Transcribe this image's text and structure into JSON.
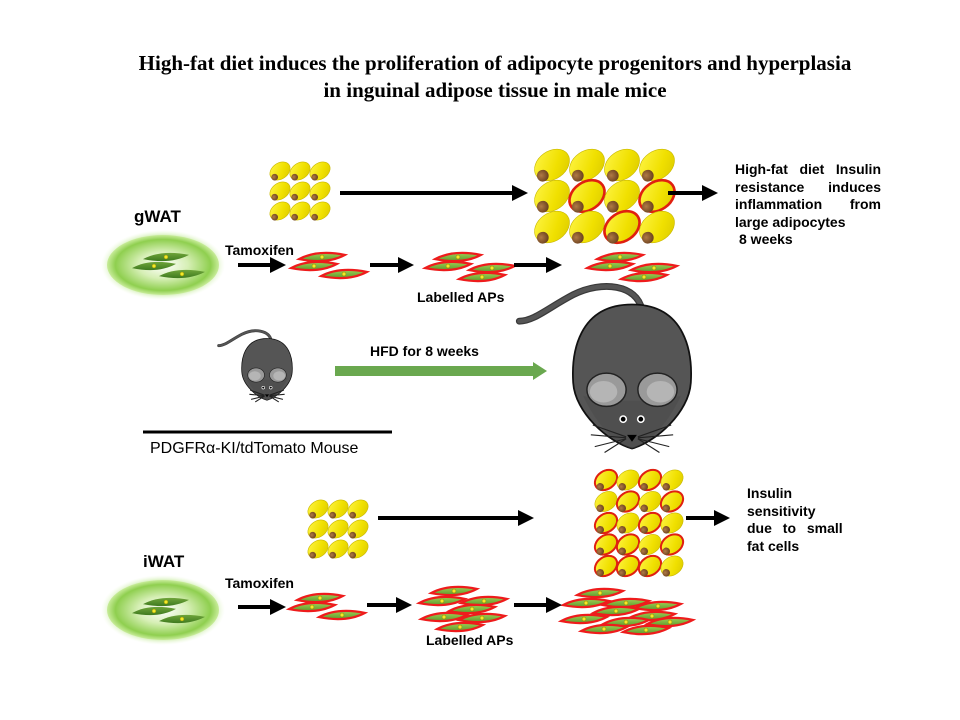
{
  "title": {
    "line1": "High-fat diet induces the proliferation of adipocyte progenitors and hyperplasia",
    "line2": "in inguinal adipose tissue in male mice"
  },
  "colors": {
    "adipocyte_fill": "#f2e600",
    "adipocyte_nucleus": "#8b5a2b",
    "inflamed_outline": "#e02010",
    "progenitor_fill": "#7fbf3f",
    "progenitor_outline": "#ee1c1c",
    "depot_fill": "#9dd65c",
    "mouse_body": "#555555",
    "mouse_ear": "#9a9a9a",
    "hfd_arrow": "#6aa84f",
    "arrow": "#000000"
  },
  "gwat": {
    "depot_label": "gWAT",
    "treatment_label": "Tamoxifen",
    "progenitor_label": "Labelled APs",
    "outcome_text": "High-fat diet Insulin resistance induces inflammation from large adipocytes",
    "outcome_duration": "8 weeks",
    "initial_adipocytes": {
      "rows": 3,
      "cols": 3
    },
    "expanded_adipocytes": {
      "rows": 3,
      "cols": 4,
      "inflamed": [
        [
          0,
          0,
          0,
          0
        ],
        [
          0,
          1,
          0,
          1
        ],
        [
          0,
          0,
          1,
          0
        ]
      ]
    },
    "progenitor_stages": [
      3,
      4,
      4
    ]
  },
  "mouse": {
    "strain_label": "PDGFRα-KI/tdTomato Mouse",
    "intervention_label": "HFD for 8 weeks"
  },
  "iwat": {
    "depot_label": "iWAT",
    "treatment_label": "Tamoxifen",
    "progenitor_label": "Labelled APs",
    "outcome_lines": [
      "Insulin",
      "sensitivity",
      "due to small",
      "fat cells"
    ],
    "initial_adipocytes": {
      "rows": 3,
      "cols": 3
    },
    "expanded_adipocytes": {
      "rows": 5,
      "cols": 4,
      "newly_formed": [
        [
          1,
          0,
          1,
          0
        ],
        [
          0,
          1,
          0,
          1
        ],
        [
          1,
          0,
          1,
          0
        ],
        [
          1,
          1,
          0,
          1
        ],
        [
          1,
          1,
          1,
          0
        ]
      ]
    },
    "progenitor_stages": [
      3,
      7,
      11
    ]
  }
}
